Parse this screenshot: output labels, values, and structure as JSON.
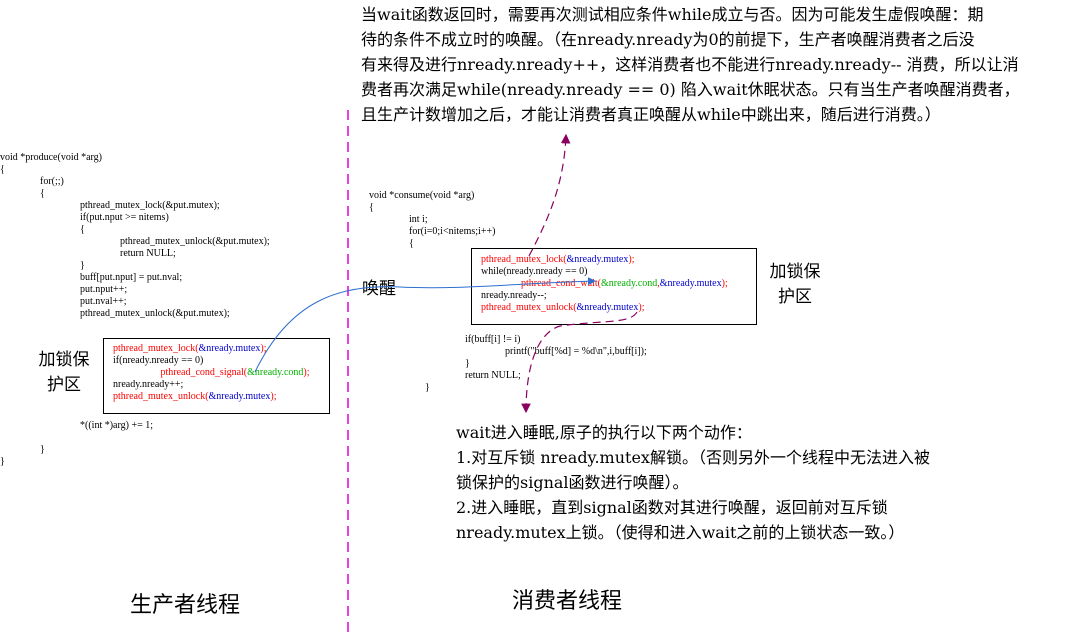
{
  "top_note": {
    "lines": [
      "当wait函数返回时，需要再次测试相应条件while成立与否。因为可能发生虚假唤醒：期",
      "待的条件不成立时的唤醒。（在nready.nready为0的前提下，生产者唤醒消费者之后没",
      "有来得及进行nready.nready++，这样消费者也不能进行nready.nready-- 消费，所以让消",
      "费者再次满足while(nready.nready == 0) 陷入wait休眠状态。只有当生产者唤醒消费者，",
      "且生产计数增加之后，才能让消费者真正唤醒从while中跳出来，随后进行消费。）"
    ]
  },
  "producer": {
    "code_lines": [
      "void *produce(void *arg)",
      "{",
      "                for(;;)",
      "                {",
      "                                pthread_mutex_lock(&put.mutex);",
      "                                if(put.nput >= nitems)",
      "                                {",
      "                                                pthread_mutex_unlock(&put.mutex);",
      "                                                return NULL;",
      "                                }",
      "                                buff[put.nput] = put.nval;",
      "                                put.nput++;",
      "                                put.nval++;",
      "                                pthread_mutex_unlock(&put.mutex);"
    ],
    "locked": {
      "lock_fn": "pthread_mutex_lock(",
      "lock_arg": "&nready.mutex",
      "lock_end": ");",
      "cond": "if(nready.nready == 0)",
      "signal_fn": "pthread_cond_signal(",
      "signal_arg": "&nready.cond",
      "signal_end": ");",
      "incr": "nready.nready++;",
      "unlock_fn": "pthread_mutex_unlock(",
      "unlock_arg": "&nready.mutex",
      "unlock_end": ");"
    },
    "tail_lines": [
      "                                *((int *)arg) += 1;",
      "",
      "                }",
      "}"
    ],
    "lock_label": "加锁保护区",
    "title": "生产者线程"
  },
  "consumer": {
    "code_lines": [
      "void *consume(void *arg)",
      "{",
      "                int i;",
      "                for(i=0;i<nitems;i++)",
      "                {"
    ],
    "locked": {
      "lock_fn": "pthread_mutex_lock(",
      "lock_arg": "&nready.mutex",
      "lock_end": ");",
      "while_line": "while(nready.nready == 0)",
      "wait_fn": "pthread_cond_wait(",
      "wait_arg1": "&nready.cond",
      "wait_sep": ",",
      "wait_arg2": "&nready.mutex",
      "wait_end": ");",
      "decr": "nready.nready--;",
      "unlock_fn": "pthread_mutex_unlock(",
      "unlock_arg": "&nready.mutex",
      "unlock_end": ");"
    },
    "tail_lines": [
      "",
      "                if(buff[i] != i)",
      "                                printf(\"buff[%d] = %d\\n\",i,buff[i]);",
      "                }",
      "                return NULL;",
      "}"
    ],
    "lock_label": "加锁保护区",
    "title": "消费者线程"
  },
  "wakeup_label": "唤醒",
  "wait_note": {
    "lines": [
      "wait进入睡眠,原子的执行以下两个动作：",
      "1.对互斥锁 nready.mutex解锁。（否则另外一个线程中无法进入被",
      "锁保护的signal函数进行唤醒）。",
      "2.进入睡眠，直到signal函数对其进行唤醒，返回前对互斥锁",
      "nready.mutex上锁。（使得和进入wait之前的上锁状态一致。）"
    ]
  },
  "colors": {
    "lock_call": "#ff0000",
    "mutex_arg": "#0000cc",
    "cond_arg": "#00b000",
    "divider": "#e000e0",
    "signal_arrow": "#2f6fd0",
    "wait_arrow": "#8a0060"
  }
}
